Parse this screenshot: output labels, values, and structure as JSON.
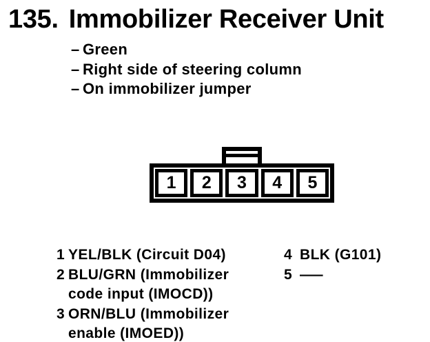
{
  "title": {
    "number": "135.",
    "text": "Immobilizer Receiver Unit"
  },
  "notes": {
    "bullet": "–",
    "items": [
      "Green",
      "Right side of steering column",
      "On immobilizer jumper"
    ]
  },
  "connector": {
    "pins": [
      "1",
      "2",
      "3",
      "4",
      "5"
    ]
  },
  "pinout": {
    "left": [
      {
        "pin": "1",
        "line1": "YEL/BLK (Circuit D04)"
      },
      {
        "pin": "2",
        "line1": "BLU/GRN (Immobilizer",
        "line2": "code input (IMOCD))"
      },
      {
        "pin": "3",
        "line1": "ORN/BLU (Immobilizer",
        "line2": "enable (IMOED))"
      }
    ],
    "right": [
      {
        "pin": "4",
        "line1": "BLK (G101)"
      },
      {
        "pin": "5",
        "line1": "—"
      }
    ]
  },
  "colors": {
    "ink": "#000000",
    "paper": "#ffffff"
  }
}
